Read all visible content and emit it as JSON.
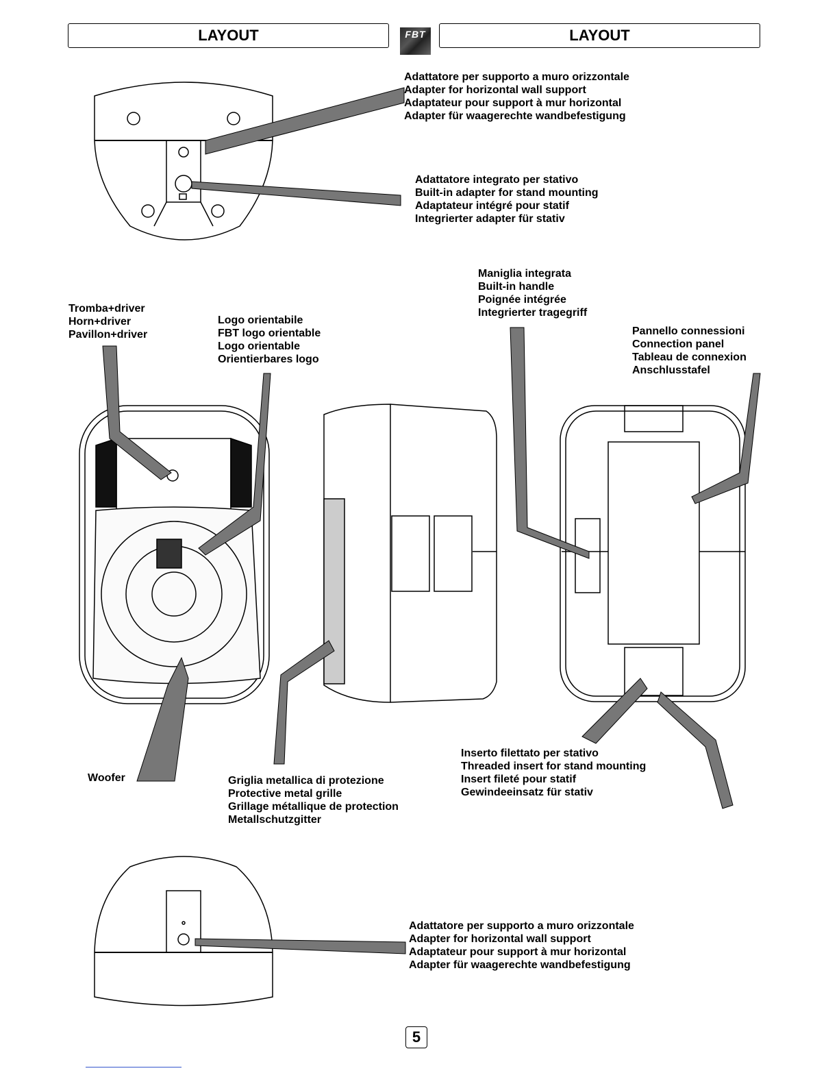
{
  "header": {
    "left_title": "LAYOUT",
    "right_title": "LAYOUT",
    "logo_text": "FBT"
  },
  "labels": {
    "wall_top": [
      "Adattatore per supporto a muro orizzontale",
      "Adapter for horizontal wall support",
      "Adaptateur pour support à mur horizontal",
      "Adapter für waagerechte wandbefestigung"
    ],
    "stand_adapter": [
      "Adattatore integrato per stativo",
      "Built-in adapter for stand mounting",
      "Adaptateur intégré pour statif",
      "Integrierter adapter für stativ"
    ],
    "handle": [
      "Maniglia integrata",
      "Built-in handle",
      "Poignée intégrée",
      "Integrierter tragegriff"
    ],
    "horn": [
      "Tromba+driver",
      "Horn+driver",
      "Pavillon+driver"
    ],
    "logo": [
      "Logo orientabile",
      "FBT logo orientable",
      "Logo orientable",
      "Orientierbares logo"
    ],
    "connection_panel": [
      "Pannello connessioni",
      "Connection panel",
      "Tableau de connexion",
      "Anschlusstafel"
    ],
    "woofer": "Woofer",
    "grille": [
      "Griglia metallica di protezione",
      "Protective metal grille",
      "Grillage métallique de protection",
      "Metallschutzgitter"
    ],
    "threaded_insert": [
      "Inserto filettato per stativo",
      "Threaded insert for stand mounting",
      "Insert fileté pour statif",
      "Gewindeeinsatz für stativ"
    ],
    "wall_bottom": [
      "Adattatore per supporto a muro orizzontale",
      "Adapter for horizontal wall support",
      "Adaptateur pour support à mur horizontal",
      "Adapter für waagerechte wandbefestigung"
    ]
  },
  "page_number": "5"
}
